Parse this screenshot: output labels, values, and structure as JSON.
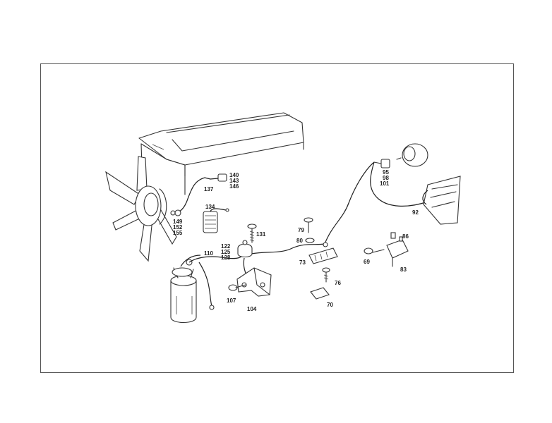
{
  "callouts": {
    "c140": "140",
    "c143": "143",
    "c146": "146",
    "c137": "137",
    "c95": "95",
    "c98": "98",
    "c101": "101",
    "c134": "134",
    "c149": "149",
    "c152": "152",
    "c155": "155",
    "c131": "131",
    "c79": "79",
    "c80": "80",
    "c92": "92",
    "c122": "122",
    "c125": "125",
    "c128": "128",
    "c110": "110",
    "c86": "86",
    "c73": "73",
    "c69": "69",
    "c83": "83",
    "c76": "76",
    "c107": "107",
    "c104": "104",
    "c70": "70"
  }
}
